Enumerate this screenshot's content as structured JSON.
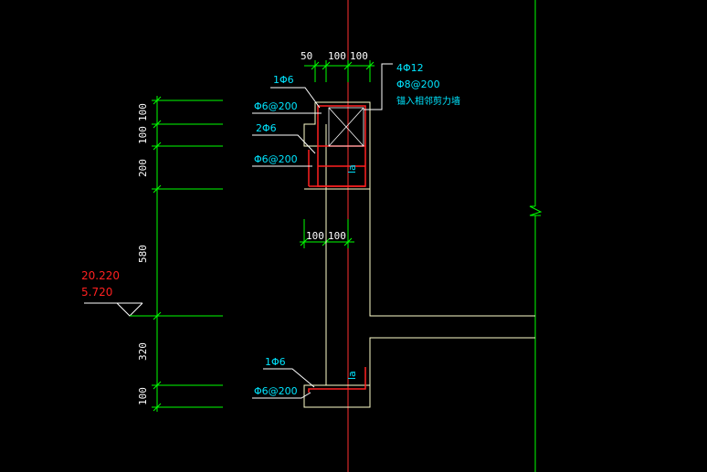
{
  "colors": {
    "background": "#000000",
    "green_lines": "#00ff00",
    "white_lines": "#ffffff",
    "yellow_lines": "#ffffcc",
    "red_lines": "#ff2020",
    "cyan_text": "#00e5ff",
    "axis_red": "#ff3030"
  },
  "top_dims": {
    "d1": "50",
    "d2": "100",
    "d3": "100"
  },
  "mid_dims": {
    "d1": "100",
    "d2": "100"
  },
  "left_dims": {
    "d1": "100",
    "d2": "100",
    "d3": "200",
    "d4": "580",
    "d5": "320",
    "d6": "100"
  },
  "elevation": {
    "top": "20.220",
    "bottom": "5.720"
  },
  "rebar_labels": {
    "top_right_1": "4Φ12",
    "top_right_2": "Φ8@200",
    "top_right_3": "锚入相邻剪力墙",
    "top_left_1": "1Φ6",
    "top_left_2": "Φ6@200",
    "mid_left_1": "2Φ6",
    "mid_left_2": "Φ6@200",
    "bottom_left_1": "1Φ6",
    "bottom_left_2": "Φ6@200",
    "la_1": "la",
    "la_2": "la"
  },
  "icons": {
    "elevation_marker": "elevation-triangle-icon",
    "break_symbol": "break-line-icon"
  }
}
